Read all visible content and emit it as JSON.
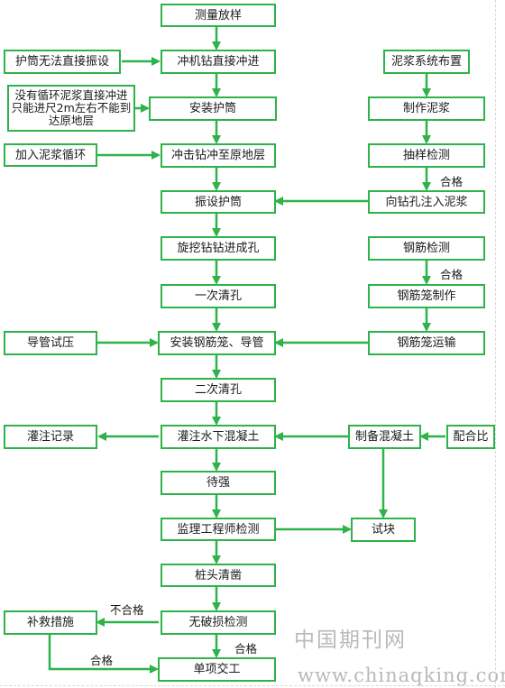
{
  "nodes": {
    "survey": "测量放样",
    "impact_drill_direct": "冲机钻直接冲进",
    "casing_not_vibro": "护筒无法直接振设",
    "mud_system": "泥浆系统布置",
    "no_circulation_note": "没有循环泥浆直接冲进只能进尺2m左右不能到达原地层",
    "install_casing": "安装护筒",
    "make_mud": "制作泥浆",
    "add_mud_circulation": "加入泥浆循环",
    "impact_drill_original": "冲击钻冲至原地层",
    "sample_test": "抽样检测",
    "vibro_casing": "振设护筒",
    "inject_mud": "向钻孔注入泥浆",
    "rotary_drill": "旋挖钻钻进成孔",
    "rebar_test": "钢筋检测",
    "first_cleaning": "一次清孔",
    "cage_making": "钢筋笼制作",
    "pipe_pressure_test": "导管试压",
    "install_cage_pipe": "安装钢筋笼、导管",
    "cage_transport": "钢筋笼运输",
    "second_cleaning": "二次清孔",
    "pour_record": "灌注记录",
    "pour_concrete": "灌注水下混凝土",
    "prepare_concrete": "制备混凝土",
    "mix_ratio": "配合比",
    "curing": "待强",
    "supervisor_test": "监理工程师检测",
    "test_block": "试块",
    "pile_head_clean": "桩头清凿",
    "remedy": "补救措施",
    "nondestructive_test": "无破损检测",
    "acceptance": "单项交工"
  },
  "edge_labels": {
    "pass_sample": "合格",
    "pass_rebar": "合格",
    "fail": "不合格",
    "pass_ndt": "合格",
    "pass_remedy": "合格"
  },
  "colors": {
    "border": "#2db34a",
    "arrow": "#2db34a",
    "watermark": "#b9b9b9"
  },
  "watermark": {
    "cn": "中国期刊网",
    "url": "www.chinaqking.com"
  }
}
